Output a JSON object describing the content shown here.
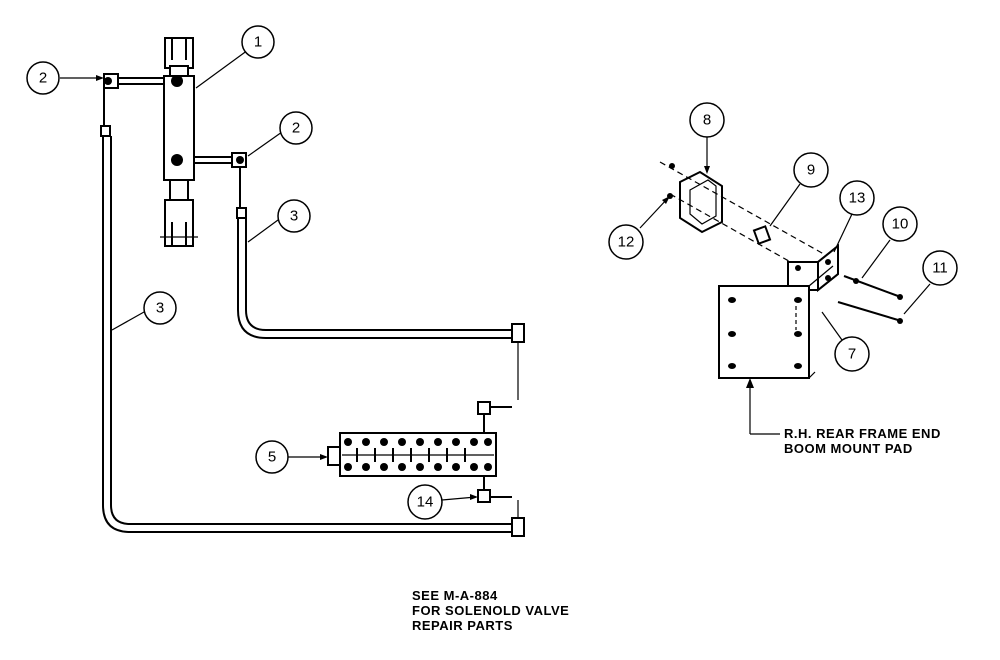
{
  "balloons": {
    "b1": "1",
    "b2_left": "2",
    "b2_right": "2",
    "b3_upper": "3",
    "b3_left": "3",
    "b5": "5",
    "b14": "14",
    "b8": "8",
    "b9": "9",
    "b13": "13",
    "b10": "10",
    "b11": "11",
    "b12": "12",
    "b7": "7"
  },
  "notes": {
    "frame_line1": "R.H. REAR FRAME END",
    "frame_line2": "BOOM MOUNT PAD",
    "see_line1": "SEE M-A-884",
    "see_line2": "FOR SOLENOLD VALVE",
    "see_line3": "REPAIR PARTS"
  }
}
